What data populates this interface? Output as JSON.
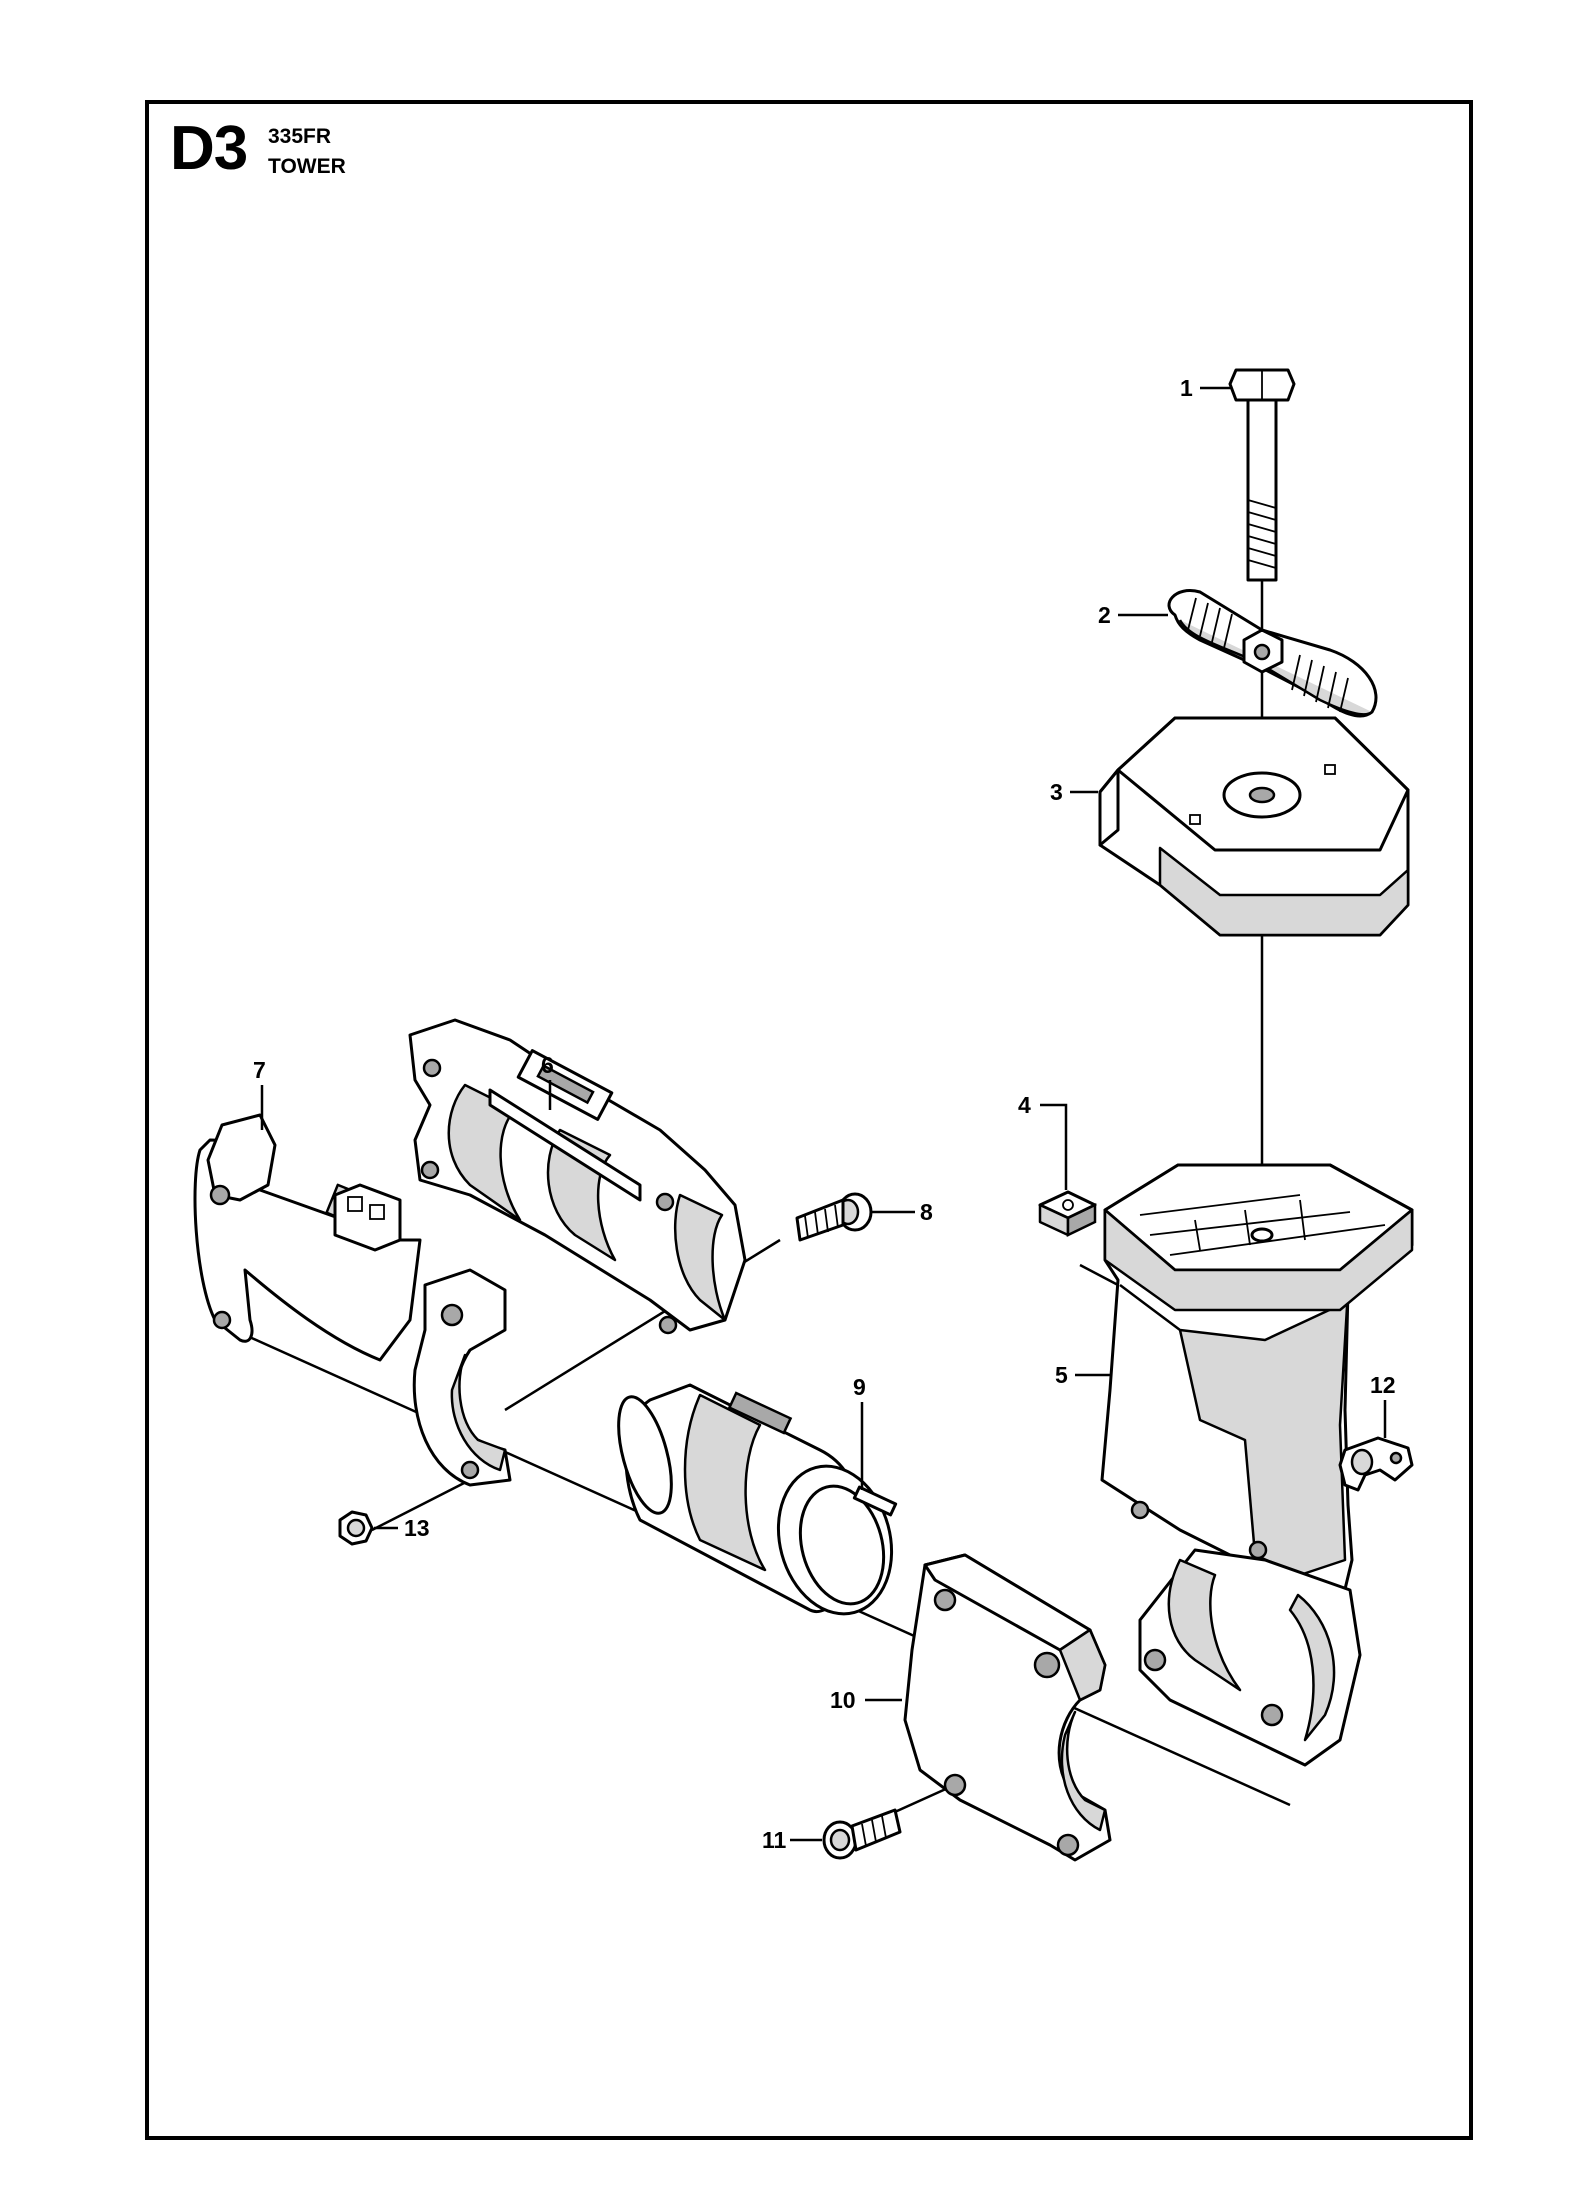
{
  "header": {
    "code": "D3",
    "model": "335FR",
    "name": "TOWER"
  },
  "callouts": [
    {
      "id": "1",
      "label": "1"
    },
    {
      "id": "2",
      "label": "2"
    },
    {
      "id": "3",
      "label": "3"
    },
    {
      "id": "4",
      "label": "4"
    },
    {
      "id": "5",
      "label": "5"
    },
    {
      "id": "6",
      "label": "6"
    },
    {
      "id": "7",
      "label": "7"
    },
    {
      "id": "8",
      "label": "8"
    },
    {
      "id": "9",
      "label": "9"
    },
    {
      "id": "10",
      "label": "10"
    },
    {
      "id": "11",
      "label": "11"
    },
    {
      "id": "12",
      "label": "12"
    },
    {
      "id": "13",
      "label": "13"
    }
  ]
}
